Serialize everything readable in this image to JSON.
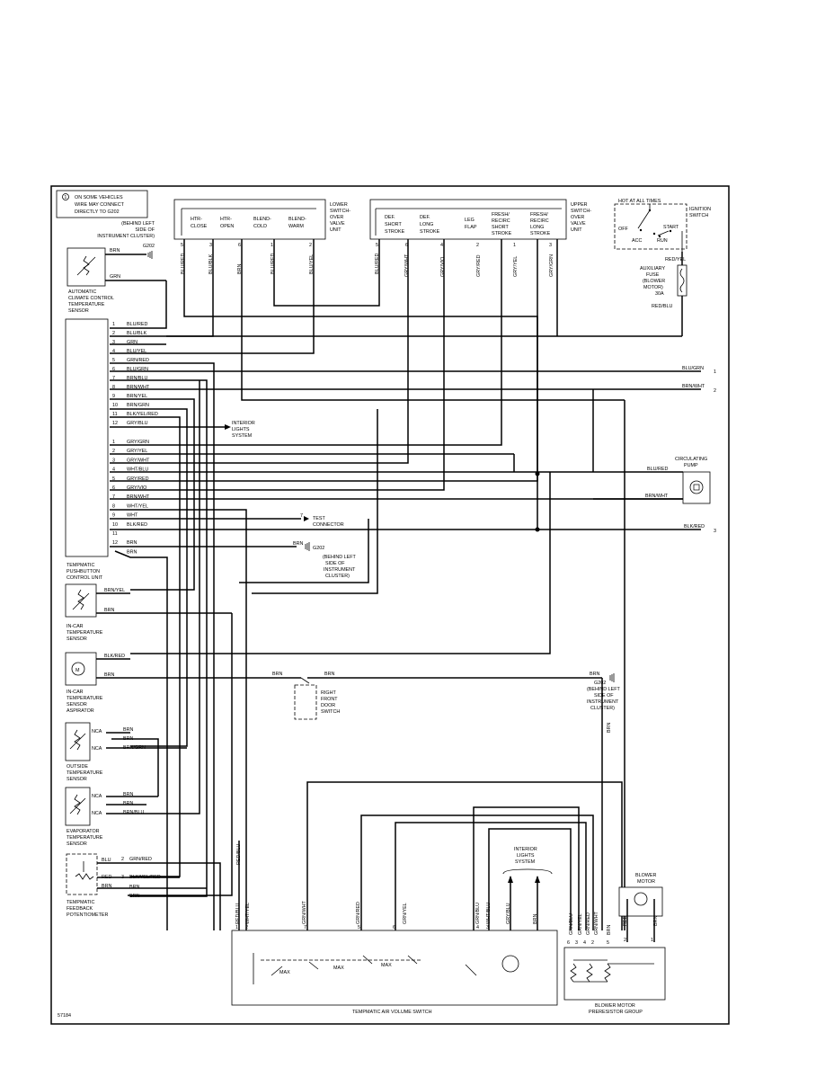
{
  "note": {
    "symbol": "1",
    "lines": [
      "ON SOME VEHICLES",
      "WIRE MAY CONNECT",
      "DIRECTLY TO G202"
    ]
  },
  "g202_top": {
    "lines": [
      "(BEHIND LEFT",
      "SIDE OF",
      "INSTRUMENT CLUSTER)",
      "G202"
    ]
  },
  "auto_sensor": {
    "lines": [
      "AUTOMATIC",
      "CLIMATE CONTROL",
      "TEMPERATURE",
      "SENSOR"
    ],
    "wire1": "BRN",
    "wire2": "GRN"
  },
  "lower_switch": {
    "title": [
      "LOWER",
      "SWITCH-",
      "OVER",
      "VALVE",
      "UNIT"
    ],
    "valves": [
      [
        "HTR-",
        "CLOSE"
      ],
      [
        "HTR-",
        "OPEN"
      ],
      [
        "BLEND-",
        "COLD"
      ],
      [
        "BLEND-",
        "WARM"
      ]
    ],
    "pins": [
      "5",
      "3",
      "6",
      "1",
      "2"
    ],
    "wires": [
      "BLU/RED",
      "BLU/BLK",
      "BRN",
      "BLU/RED",
      "BLU/YEL"
    ]
  },
  "upper_switch": {
    "title": [
      "UPPER",
      "SWITCH-",
      "OVER",
      "VALVE",
      "UNIT"
    ],
    "valves": [
      [
        "DEF.",
        "SHORT",
        "STROKE"
      ],
      [
        "DEF.",
        "LONG",
        "STROKE"
      ],
      [
        "LEG",
        "FLAP"
      ],
      [
        "FRESH/",
        "RECIRC",
        "SHORT",
        "STROKE"
      ],
      [
        "FRESH/",
        "RECIRC",
        "LONG",
        "STROKE"
      ]
    ],
    "pins": [
      "5",
      "6",
      "4",
      "2",
      "1",
      "3"
    ],
    "wires": [
      "BLU/RED",
      "GRY/WHT",
      "GRY/VIO",
      "GRY/RED",
      "GRY/YEL",
      "GRY/GRN"
    ]
  },
  "ignition": {
    "hot": "HOT AT ALL TIMES",
    "title": [
      "IGNITION",
      "SWITCH"
    ],
    "off": "OFF",
    "acc": "ACC",
    "start": "START",
    "run": "RUN",
    "out_wire": "RED/YEL"
  },
  "aux_fuse": {
    "lines": [
      "AUXILIARY",
      "FUSE",
      "(BLOWER",
      "MOTOR)",
      "30A"
    ],
    "out_wire": "RED/BLU"
  },
  "control_unit": {
    "label": [
      "TEMPMATIC",
      "PUSHBUTTON",
      "CONTROL UNIT"
    ],
    "upper_pins": [
      {
        "n": "1",
        "w": "BLU/RED"
      },
      {
        "n": "2",
        "w": "BLU/BLK"
      },
      {
        "n": "3",
        "w": "GRN"
      },
      {
        "n": "4",
        "w": "BLU/YEL"
      },
      {
        "n": "5",
        "w": "GRN/RED"
      },
      {
        "n": "6",
        "w": "BLU/GRN"
      },
      {
        "n": "7",
        "w": "BRN/BLU"
      },
      {
        "n": "8",
        "w": "BRN/WHT"
      },
      {
        "n": "9",
        "w": "BRN/YEL"
      },
      {
        "n": "10",
        "w": "BRN/GRN"
      },
      {
        "n": "11",
        "w": "BLK/YEL/RED"
      },
      {
        "n": "12",
        "w": "GRY/BLU"
      }
    ],
    "lower_pins": [
      {
        "n": "1",
        "w": "GRY/GRN"
      },
      {
        "n": "2",
        "w": "GRY/YEL"
      },
      {
        "n": "3",
        "w": "GRY/WHT"
      },
      {
        "n": "4",
        "w": "WHT/BLU"
      },
      {
        "n": "5",
        "w": "GRY/RED"
      },
      {
        "n": "6",
        "w": "GRY/VIO"
      },
      {
        "n": "7",
        "w": "BRN/WHT"
      },
      {
        "n": "8",
        "w": "WHT/YEL"
      },
      {
        "n": "9",
        "w": "WHT"
      },
      {
        "n": "10",
        "w": "BLK/RED"
      },
      {
        "n": "11",
        "w": ""
      },
      {
        "n": "12",
        "w": "BRN"
      },
      {
        "n": "",
        "w": "BRN"
      }
    ]
  },
  "interior_lights_1": [
    "INTERIOR",
    "LIGHTS",
    "SYSTEM"
  ],
  "right_refs": {
    "blu_grn": "BLU/GRN",
    "n1": "1",
    "brn_wht": "BRN/WHT",
    "n2": "2",
    "blk_red": "BLK/RED",
    "n3": "3"
  },
  "pump": {
    "label": [
      "CIRCULATING",
      "PUMP"
    ],
    "w1": "BLU/RED",
    "w2": "BRN/WHT"
  },
  "test_connector": {
    "pin": "7",
    "lines": [
      "TEST",
      "CONNECTOR"
    ]
  },
  "g202_mid": {
    "wire": "BRN",
    "lines": [
      "G202",
      "(BEHIND LEFT",
      "SIDE OF",
      "INSTRUMENT",
      "CLUSTER)"
    ]
  },
  "incar_sensor": {
    "label": [
      "IN-CAR",
      "TEMPERATURE",
      "SENSOR"
    ],
    "w1": "BRN/YEL",
    "w2": "BRN"
  },
  "aspirator": {
    "label": [
      "IN-CAR",
      "TEMPERATURE",
      "SENSOR",
      "ASPIRATOR"
    ],
    "w1": "BLK/RED",
    "w2": "BRN",
    "m": "M"
  },
  "door_switch": {
    "w1": "BRN",
    "w2": "BRN",
    "label": [
      "RIGHT",
      "FRONT",
      "DOOR",
      "SWITCH"
    ]
  },
  "g202_right": {
    "wire": "BRN",
    "lines": [
      "G202",
      "(BEHIND LEFT",
      "SIDE OF",
      "INSTRUMENT",
      "CLUSTER)"
    ],
    "vwire": "BRN"
  },
  "outside_sensor": {
    "label": [
      "OUTSIDE",
      "TEMPERATURE",
      "SENSOR"
    ],
    "nca": "NCA",
    "w1": "BRN",
    "w2": "BRN",
    "w3": "BRN/GRN"
  },
  "evap_sensor": {
    "label": [
      "EVAPORATOR",
      "TEMPERATURE",
      "SENSOR"
    ],
    "nca": "NCA",
    "w1": "BRN",
    "w2": "BRN",
    "w3": "BRN/BLU"
  },
  "feedback_pot": {
    "label": [
      "TEMPMATIC",
      "FEEDBACK",
      "POTENTIOMETER"
    ],
    "blu": "BLU",
    "red": "RED",
    "brn": "BRN",
    "p2": "2",
    "p3": "3",
    "w1": "GRN/RED",
    "w2": "BLK/YEL/RED",
    "w3": "BRN",
    "w4": "BRN"
  },
  "interior_lights_2": [
    "INTERIOR",
    "LIGHTS",
    "SYSTEM"
  ],
  "air_switch": {
    "label": "TEMPMATIC AIR VOLUME SWITCH",
    "wires": [
      "RED/BLU",
      "WHT/YEL",
      "GRN/WHT",
      "GRN/RED",
      "GRN/YEL",
      "GRN/BLU",
      "WHT/BLU",
      "GRY/BLU",
      "BRN"
    ],
    "pins": [
      "1",
      "2",
      "7",
      "5",
      "6",
      "4",
      "3"
    ],
    "max": "MAX",
    "vert_wire": "RED/BLU"
  },
  "blower_motor": {
    "label": [
      "BLOWER",
      "MOTOR"
    ],
    "w1": "RED",
    "w2": "BRN",
    "p2": "2",
    "p1": "1"
  },
  "resistor_group": {
    "label": [
      "BLOWER MOTOR",
      "PRERESISTOR GROUP"
    ],
    "wires": [
      "GRN/BLU",
      "GRN/YEL",
      "GRN/RED",
      "GRN/WHT",
      "BRN"
    ],
    "pins": [
      "6",
      "3",
      "4",
      "2",
      "5"
    ]
  },
  "figure_id": "57184"
}
